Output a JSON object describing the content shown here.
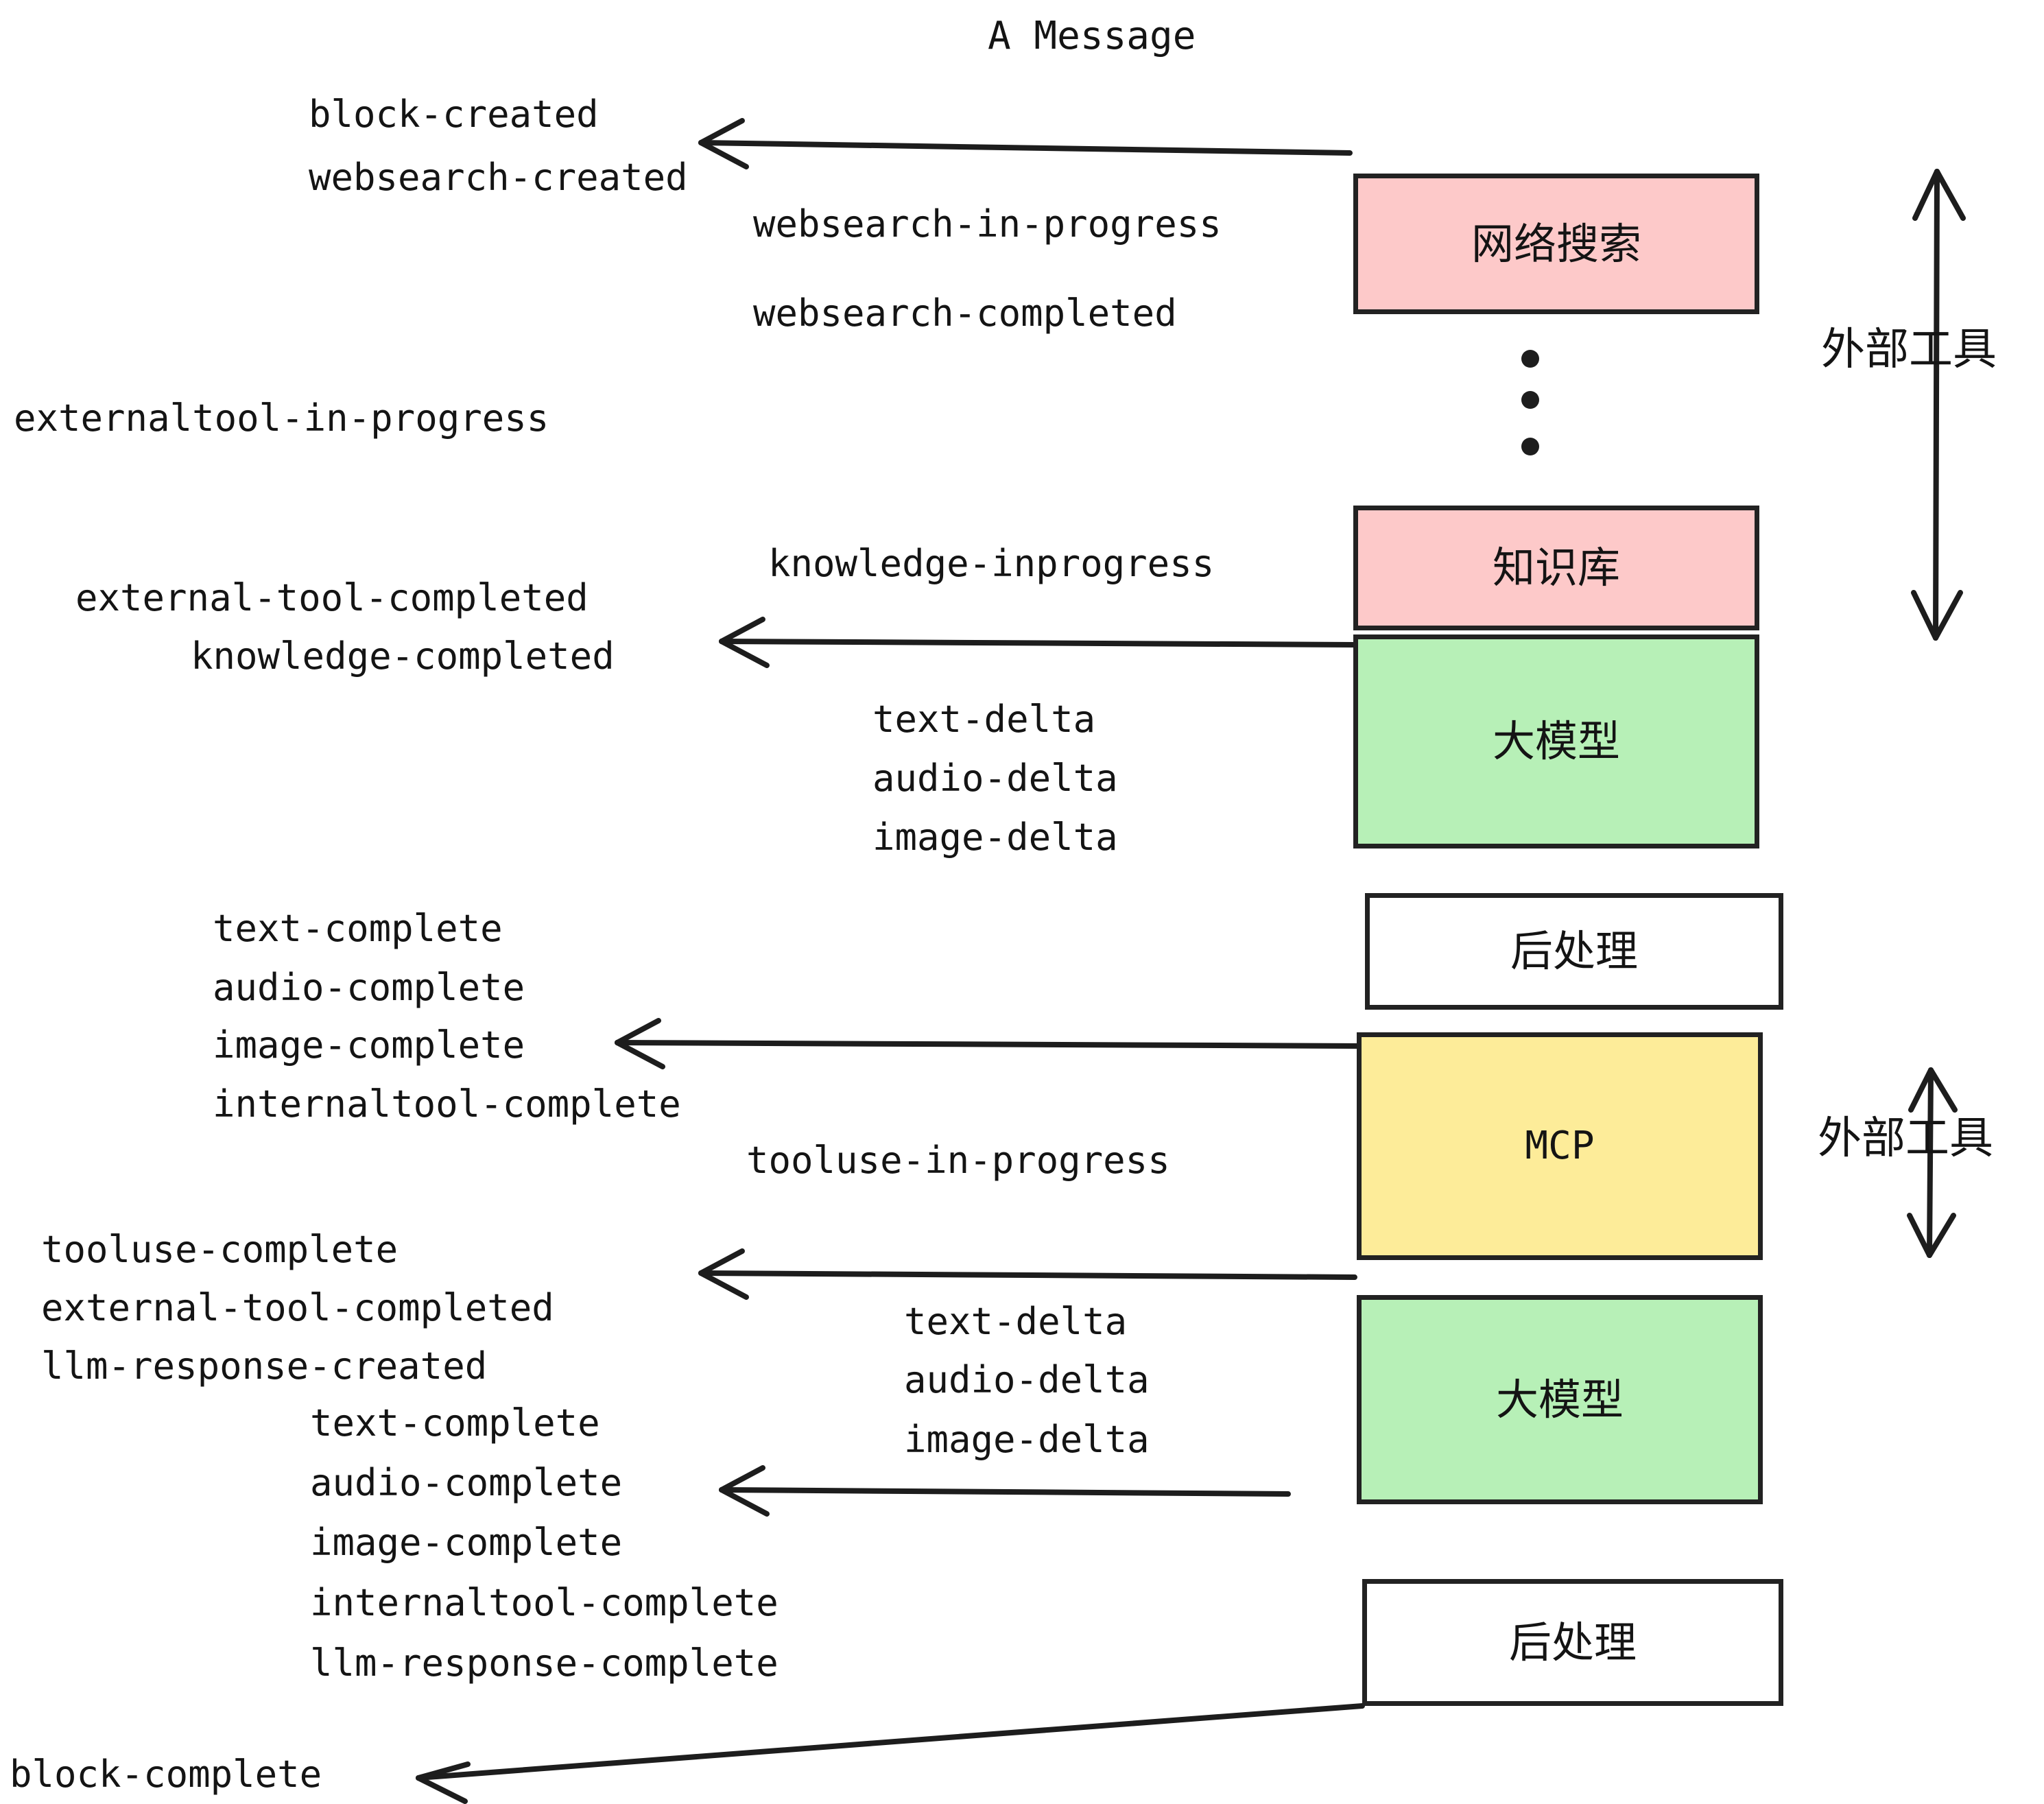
{
  "diagram": {
    "title": "A Message",
    "colors": {
      "pink": "#fdc9c9",
      "green": "#b7f0b7",
      "yellow": "#fdec99",
      "white": "#ffffff",
      "stroke": "#222222",
      "text": "#141414"
    }
  },
  "boxes": [
    {
      "id": "websearch",
      "label": "网络搜索",
      "fill": "#fdc9c9"
    },
    {
      "id": "knowledge",
      "label": "知识库",
      "fill": "#fdc9c9"
    },
    {
      "id": "llm-top",
      "label": "大模型",
      "fill": "#b7f0b7"
    },
    {
      "id": "post-top",
      "label": "后处理",
      "fill": "#ffffff"
    },
    {
      "id": "mcp",
      "label": "MCP",
      "fill": "#fdec99"
    },
    {
      "id": "llm-bottom",
      "label": "大模型",
      "fill": "#b7f0b7"
    },
    {
      "id": "post-bottom",
      "label": "后处理",
      "fill": "#ffffff"
    }
  ],
  "side_labels": [
    {
      "id": "external-tools-top",
      "label": "外部工具"
    },
    {
      "id": "external-tools-bottom",
      "label": "外部工具"
    }
  ],
  "events": {
    "block_created": "block-created",
    "websearch_created": "websearch-created",
    "websearch_in_progress": "websearch-in-progress",
    "websearch_completed": "websearch-completed",
    "externaltool_in_progress": "externaltool-in-progress",
    "knowledge_inprogress": "knowledge-inprogress",
    "external_tool_completed_1": "external-tool-completed",
    "knowledge_completed": "knowledge-completed",
    "text_delta_1": "text-delta",
    "audio_delta_1": "audio-delta",
    "image_delta_1": "image-delta",
    "text_complete_1": "text-complete",
    "audio_complete_1": "audio-complete",
    "image_complete_1": "image-complete",
    "internaltool_complete_1": "internaltool-complete",
    "tooluse_in_progress": "tooluse-in-progress",
    "tooluse_complete": "tooluse-complete",
    "external_tool_completed_2": "external-tool-completed",
    "llm_response_created": "llm-response-created",
    "text_delta_2": "text-delta",
    "audio_delta_2": "audio-delta",
    "image_delta_2": "image-delta",
    "text_complete_2": "text-complete",
    "audio_complete_2": "audio-complete",
    "image_complete_2": "image-complete",
    "internaltool_complete_2": "internaltool-complete",
    "llm_response_complete": "llm-response-complete",
    "block_complete": "block-complete"
  },
  "ellipsis": {
    "dots": 3
  }
}
